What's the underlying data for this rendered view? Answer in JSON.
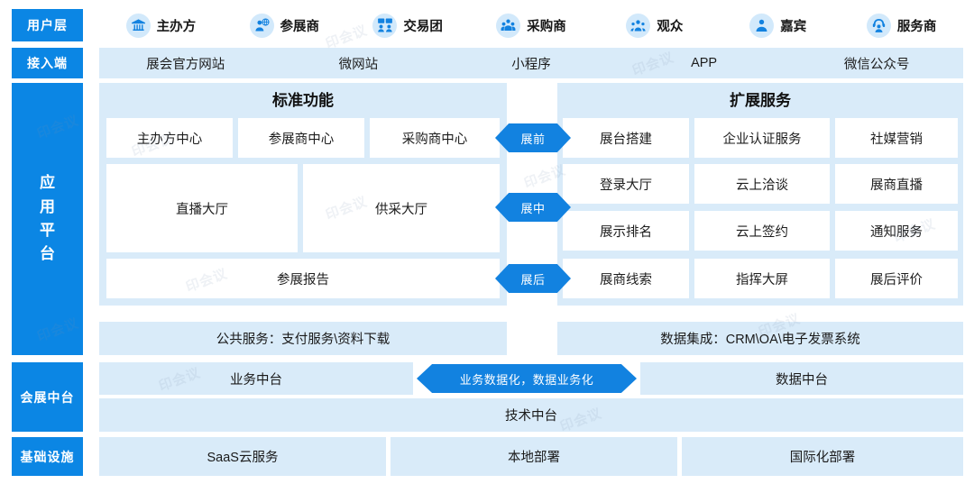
{
  "layers": {
    "user": "用户层",
    "access": "接入端",
    "application": "应用平台",
    "middle": "会展中台",
    "infrastructure": "基础设施"
  },
  "user_layer": {
    "items": [
      {
        "label": "主办方",
        "icon": "bank-icon"
      },
      {
        "label": "参展商",
        "icon": "person-globe-icon"
      },
      {
        "label": "交易团",
        "icon": "meeting-group-icon"
      },
      {
        "label": "采购商",
        "icon": "people-group-icon"
      },
      {
        "label": "观众",
        "icon": "audience-icon"
      },
      {
        "label": "嘉宾",
        "icon": "person-suit-icon"
      },
      {
        "label": "服务商",
        "icon": "headset-support-icon"
      }
    ]
  },
  "access_layer": {
    "items": [
      "展会官方网站",
      "微网站",
      "小程序",
      "APP",
      "微信公众号"
    ]
  },
  "application_platform": {
    "standard": {
      "title": "标准功能",
      "row1": [
        "主办方中心",
        "参展商中心",
        "采购商中心"
      ],
      "row2": [
        "直播大厅",
        "供采大厅"
      ],
      "row3": [
        "参展报告"
      ]
    },
    "extended": {
      "title": "扩展服务",
      "rows": [
        [
          "展台搭建",
          "企业认证服务",
          "社媒营销"
        ],
        [
          "登录大厅",
          "云上洽谈",
          "展商直播"
        ],
        [
          "展示排名",
          "云上签约",
          "通知服务"
        ],
        [
          "展商线索",
          "指挥大屏",
          "展后评价"
        ]
      ]
    },
    "stages": [
      "展前",
      "展中",
      "展后"
    ],
    "services": [
      "公共服务：支付服务\\资料下载",
      "数据集成：CRM\\OA\\电子发票系统"
    ]
  },
  "middle_platform": {
    "business": "业务中台",
    "arrow": "业务数据化，数据业务化",
    "data": "数据中台",
    "tech": "技术中台"
  },
  "infrastructure": {
    "items": [
      "SaaS云服务",
      "本地部署",
      "国际化部署"
    ]
  },
  "colors": {
    "brand_blue": "#0b86e4",
    "arrow_blue": "#1282e0",
    "panel_light": "#d9ebf9",
    "icon_bg": "#d2e9fb",
    "white": "#ffffff"
  },
  "watermark": "印会议"
}
